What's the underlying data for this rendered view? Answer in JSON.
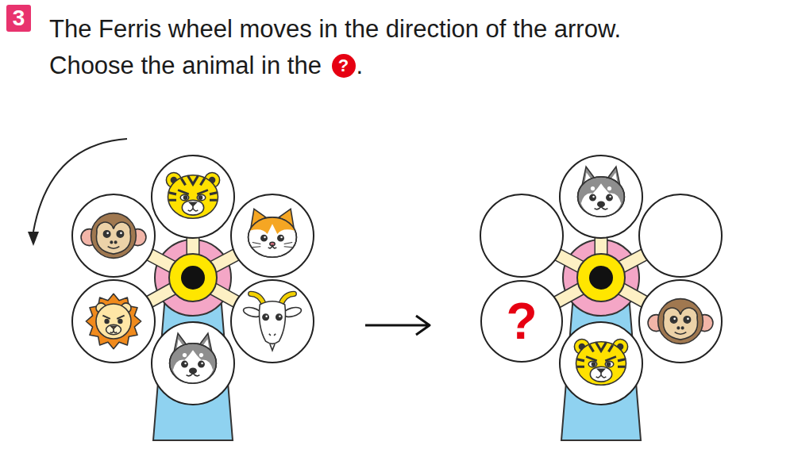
{
  "diagram": {
    "title": "The Ferris wheel moves in the direction of the arrow. Choose the animal in the ?.",
    "nodes": [
      {
        "text": [
          "?"
        ]
      }
    ],
    "labels": [
      "3"
    ]
  }
}
